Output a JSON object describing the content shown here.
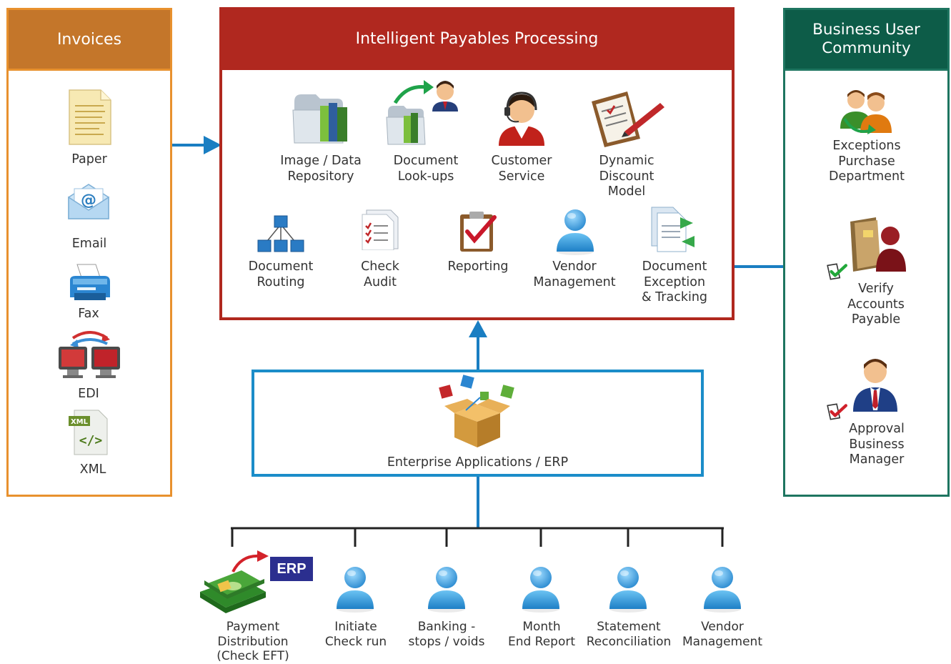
{
  "colors": {
    "invoices_border": "#e8912e",
    "invoices_header": "#c4762a",
    "ipp_border": "#b0281f",
    "ipp_header": "#b0281f",
    "community_border": "#1e7560",
    "community_header": "#0d5c48",
    "erp_border": "#1b8dc9",
    "arrow": "#1a7ec2",
    "bracket": "#222222",
    "erp_tag": "#2b2f8f"
  },
  "invoices": {
    "title": "Invoices",
    "items": [
      {
        "label": "Paper",
        "icon": "paper-document-icon"
      },
      {
        "label": "Email",
        "icon": "email-envelope-icon"
      },
      {
        "label": "Fax",
        "icon": "fax-machine-icon"
      },
      {
        "label": "EDI",
        "icon": "edi-computers-icon"
      },
      {
        "label": "XML",
        "icon": "xml-file-icon"
      }
    ]
  },
  "ipp": {
    "title": "Intelligent Payables Processing",
    "row1": [
      {
        "label": "Image / Data\nRepository",
        "icon": "folder-books-icon"
      },
      {
        "label": "Document\nLook-ups",
        "icon": "document-lookup-icon"
      },
      {
        "label": "Customer\nService",
        "icon": "headset-agent-icon"
      },
      {
        "label": "Dynamic\nDiscount\nModel",
        "icon": "clipboard-pen-icon"
      }
    ],
    "row2": [
      {
        "label": "Document\nRouting",
        "icon": "network-routing-icon"
      },
      {
        "label": "Check\nAudit",
        "icon": "checklist-icon"
      },
      {
        "label": "Reporting",
        "icon": "clipboard-check-icon"
      },
      {
        "label": "Vendor\nManagement",
        "icon": "user-icon"
      },
      {
        "label": "Document\nException\n& Tracking",
        "icon": "document-exchange-icon"
      }
    ]
  },
  "community": {
    "title": "Business User\nCommunity",
    "items": [
      {
        "label": "Exceptions\nPurchase\nDepartment",
        "icon": "users-exchange-icon"
      },
      {
        "label": "Verify\nAccounts\nPayable",
        "icon": "folder-user-icon"
      },
      {
        "label": "Approval\nBusiness\nManager",
        "icon": "businessman-icon"
      }
    ]
  },
  "erp": {
    "label": "Enterprise Applications / ERP",
    "icon": "box-cubes-icon"
  },
  "bottom": {
    "erp_tag": "ERP",
    "items": [
      {
        "label": "Payment\nDistribution\n(Check EFT)",
        "icon": "money-stack-icon"
      },
      {
        "label": "Initiate\nCheck run",
        "icon": "user-icon"
      },
      {
        "label": "Banking -\nstops / voids",
        "icon": "user-icon"
      },
      {
        "label": "Month\nEnd Report",
        "icon": "user-icon"
      },
      {
        "label": "Statement\nReconciliation",
        "icon": "user-icon"
      },
      {
        "label": "Vendor\nManagement",
        "icon": "user-icon"
      }
    ]
  }
}
